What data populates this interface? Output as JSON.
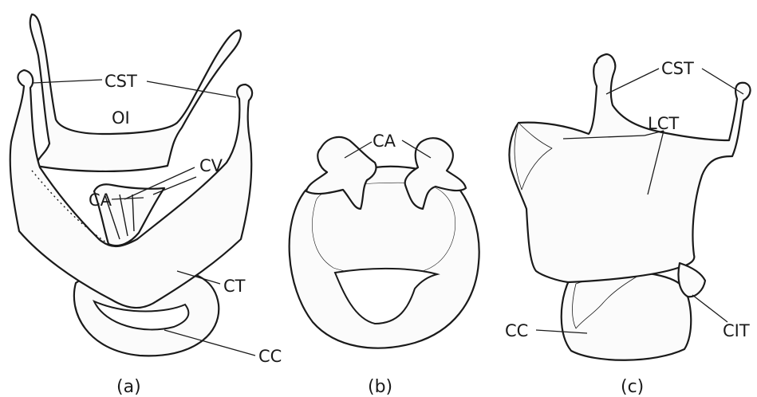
{
  "panels": [
    {
      "caption": "(a)",
      "labels": {
        "cst": "CST",
        "oi": "OI",
        "cv": "CV",
        "ca": "CA",
        "ct": "CT",
        "cc": "CC"
      }
    },
    {
      "caption": "(b)",
      "labels": {
        "ca": "CA"
      }
    },
    {
      "caption": "(c)",
      "labels": {
        "cst": "CST",
        "lct": "LCT",
        "cc": "CC",
        "cit": "CIT"
      }
    }
  ],
  "colors": {
    "ink": "#1a1a1a",
    "paper": "#ffffff"
  }
}
